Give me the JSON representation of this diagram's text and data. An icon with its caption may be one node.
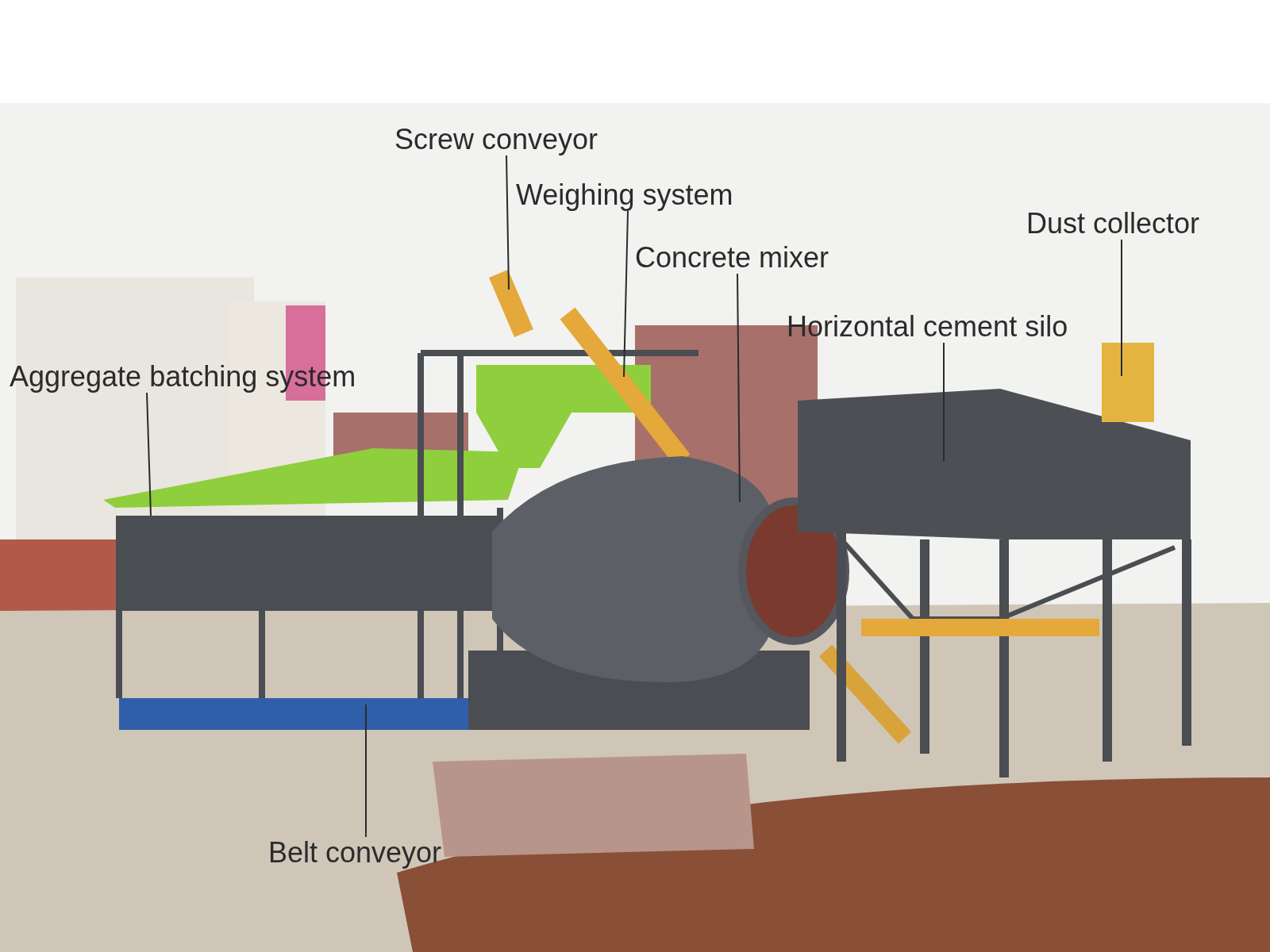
{
  "diagram": {
    "nodes": [
      {
        "text": [
          "Screw conveyor"
        ]
      },
      {
        "text": [
          "Weighing system"
        ]
      },
      {
        "text": [
          "Dust collector"
        ]
      },
      {
        "text": [
          "Concrete mixer"
        ]
      },
      {
        "text": [
          "Horizontal cement silo"
        ]
      },
      {
        "text": [
          "Aggregate batching system"
        ]
      },
      {
        "text": [
          "Belt conveyor"
        ]
      }
    ],
    "edges": [
      {
        "from": 0,
        "to": null,
        "arrow": "none"
      },
      {
        "from": 1,
        "to": null,
        "arrow": "none"
      },
      {
        "from": 2,
        "to": null,
        "arrow": "none"
      },
      {
        "from": 3,
        "to": null,
        "arrow": "none"
      },
      {
        "from": 4,
        "to": null,
        "arrow": "none"
      },
      {
        "from": 5,
        "to": null,
        "arrow": "none"
      },
      {
        "from": 6,
        "to": null,
        "arrow": "none"
      }
    ]
  }
}
